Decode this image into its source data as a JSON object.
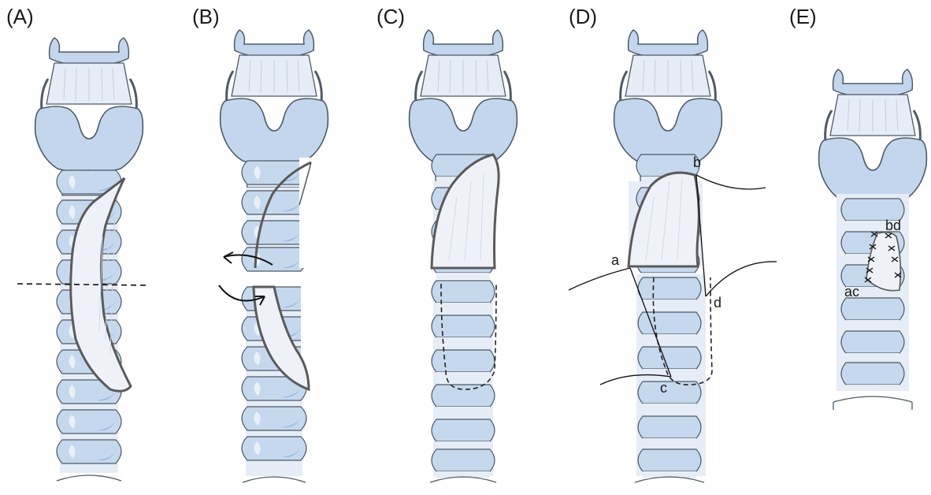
{
  "panels": [
    {
      "id": "A",
      "label": "(A)"
    },
    {
      "id": "B",
      "label": "(B)"
    },
    {
      "id": "C",
      "label": "(C)"
    },
    {
      "id": "D",
      "label": "(D)"
    },
    {
      "id": "E",
      "label": "(E)"
    }
  ],
  "point_labels": {
    "a": "a",
    "b": "b",
    "c": "c",
    "d": "d",
    "ac": "ac",
    "bd": "bd"
  },
  "colors": {
    "cartilage": "#c9d9ee",
    "cartilage_shade": "#a9c4e6",
    "membrane": "#e4ecf6",
    "flap": "#eef2f8",
    "outline": "#4d5a66",
    "flap_outline": "#5a5a5a",
    "suture": "#222222"
  }
}
